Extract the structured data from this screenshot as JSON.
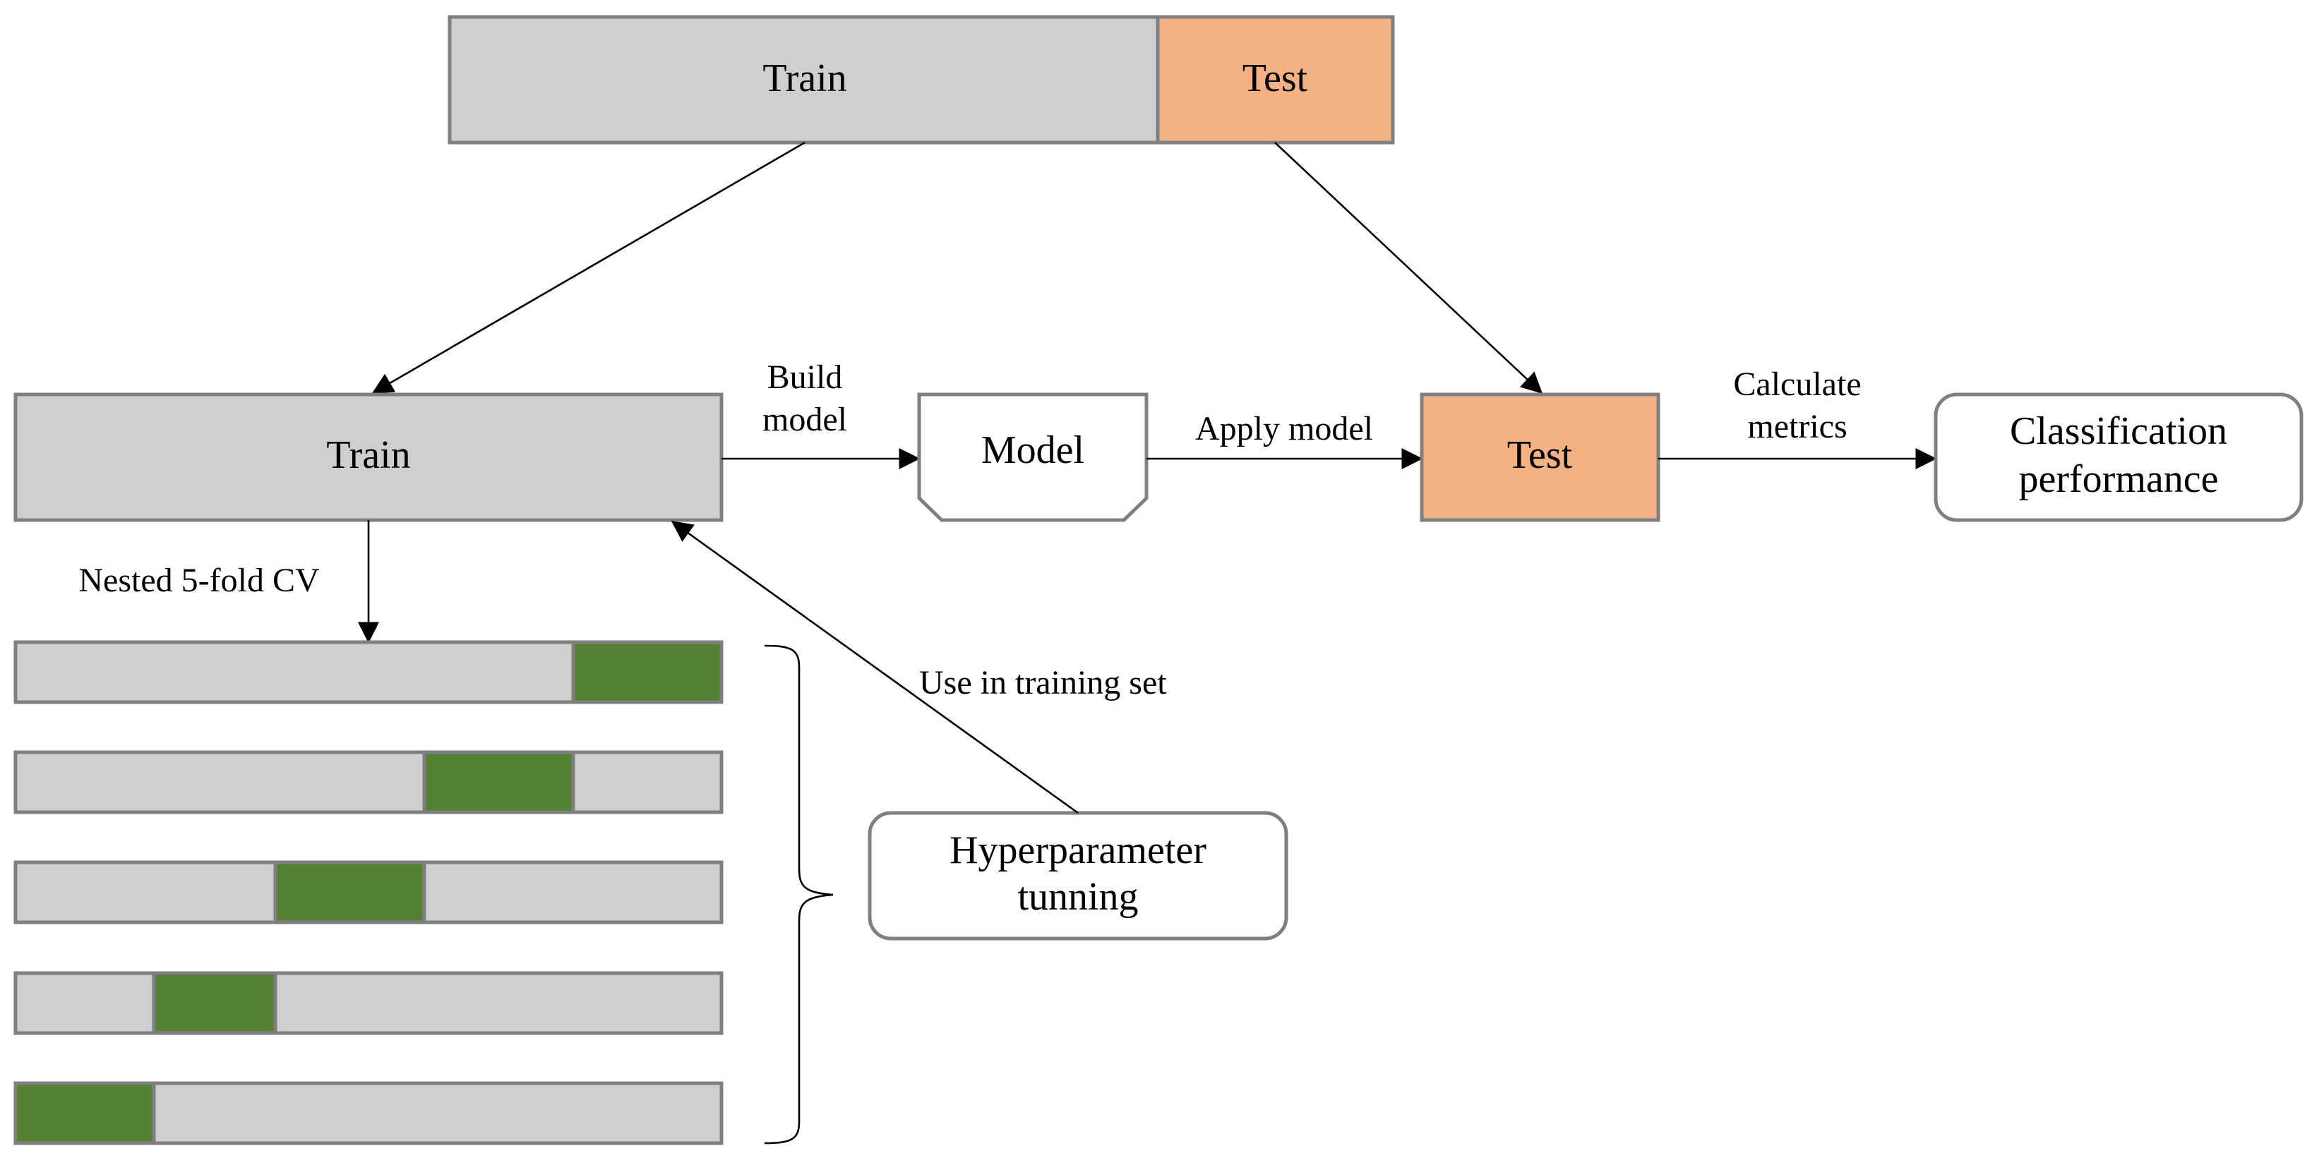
{
  "split": {
    "train_label": "Train",
    "test_label": "Test"
  },
  "training": {
    "train_label": "Train",
    "cv_label": "Nested 5-fold CV",
    "folds_count": 5
  },
  "edges": {
    "build_model_line1": "Build",
    "build_model_line2": "model",
    "apply_model": "Apply model",
    "calc_metrics_line1": "Calculate",
    "calc_metrics_line2": "metrics",
    "use_in_training": "Use in training set"
  },
  "nodes": {
    "model_label": "Model",
    "test_label": "Test",
    "classification_line1": "Classification",
    "classification_line2": "performance",
    "hyper_line1": "Hyperparameter",
    "hyper_line2": "tunning"
  },
  "colors": {
    "gray_fill": "#d0cece",
    "gray_border": "#7f7f7f",
    "test_fill": "#f4b183",
    "fold_green": "#548235",
    "line": "#000000"
  }
}
